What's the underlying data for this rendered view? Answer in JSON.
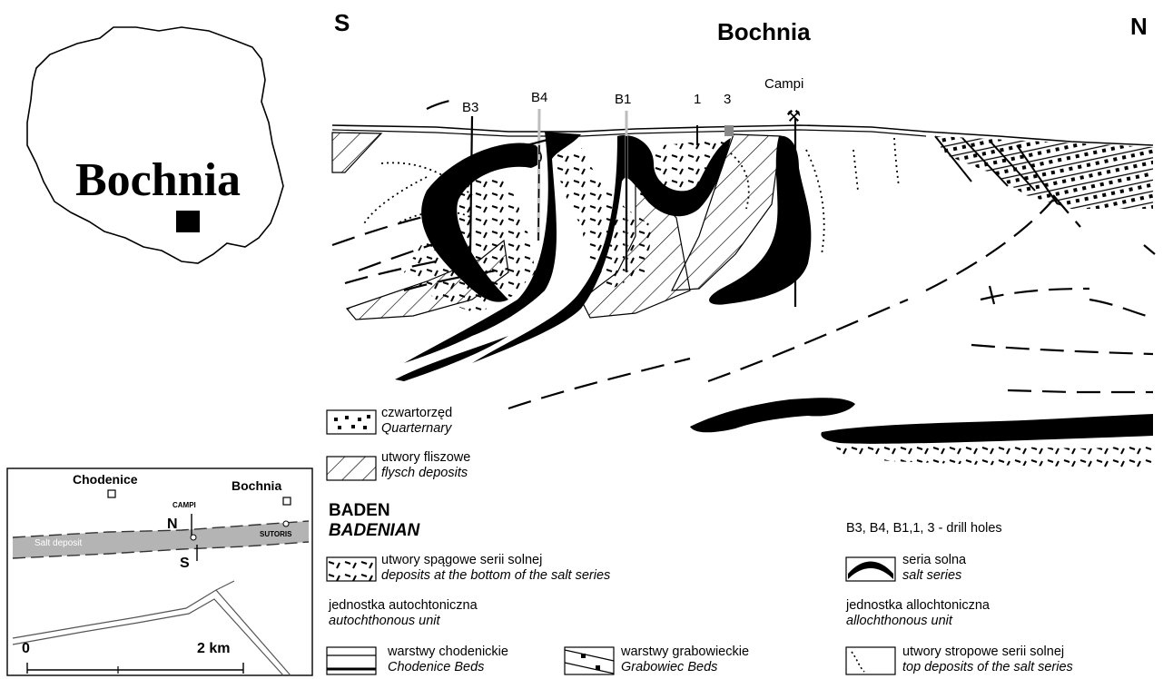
{
  "section": {
    "south": "S",
    "north": "N",
    "title": "Bochnia",
    "labels": {
      "b3": "B3",
      "b4": "B4",
      "b1": "B1",
      "h1": "1",
      "h3": "3",
      "campi": "Campi"
    }
  },
  "poland_map": {
    "label": "Bochnia"
  },
  "location_map": {
    "chodenice": "Chodenice",
    "bochnia": "Bochnia",
    "campi": "CAMPI",
    "sutoris": "SUTORIS",
    "north": "N",
    "south": "S",
    "salt_deposit": "Salt deposit",
    "scale_zero": "0",
    "scale_end": "2 km"
  },
  "legend": {
    "quaternary": {
      "pl": "czwartorzęd",
      "en": "Quarternary"
    },
    "flysch": {
      "pl": "utwory fliszowe",
      "en": "flysch deposits"
    },
    "baden_pl": "BADEN",
    "baden_en": "BADENIAN",
    "bottom": {
      "pl": "utwory spągowe serii solnej",
      "en": "deposits at the bottom of the salt series"
    },
    "autochthonous": {
      "pl": "jednostka autochtoniczna",
      "en": "autochthonous unit"
    },
    "chodenice_beds": {
      "pl": "warstwy chodenickie",
      "en": "Chodenice Beds"
    },
    "grabowiec_beds": {
      "pl": "warstwy grabowieckie",
      "en": "Grabowiec Beds"
    },
    "drill_note": "B3, B4, B1,1, 3 - drill holes",
    "salt_series": {
      "pl": "seria solna",
      "en": "salt series"
    },
    "allochthonous": {
      "pl": "jednostka allochtoniczna",
      "en": "allochthonous unit"
    },
    "top": {
      "pl": "utwory stropowe serii solnej",
      "en": "top deposits of the salt series"
    }
  }
}
